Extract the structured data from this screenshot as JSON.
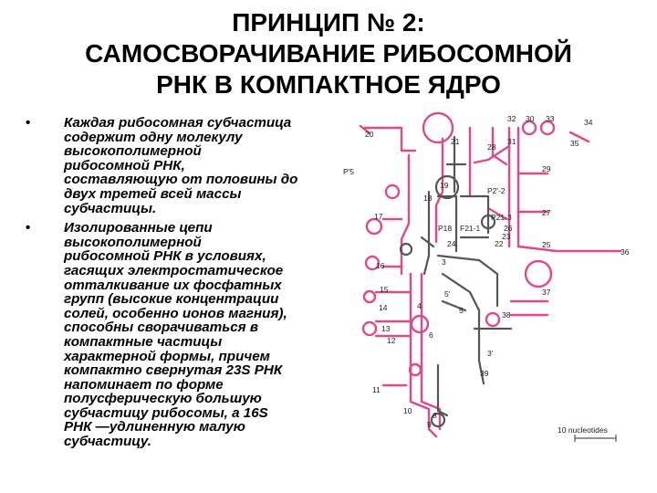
{
  "title": {
    "line1": "ПРИНЦИП № 2:",
    "line2": "САМОСВОРАЧИВАНИЕ РИБОСОМНОЙ",
    "line3": "РНК В КОМПАКТНОЕ ЯДРО"
  },
  "bullets": [
    {
      "lines": [
        "Каждая рибосомная субчастица",
        "содержит одну молекулу",
        "высокополимерной",
        "рибосомной РНК,",
        "составляющую от половины до",
        "двух третей всей массы",
        "субчастицы."
      ]
    },
    {
      "lines": [
        "Изолированные цепи",
        "высокополимерной",
        "рибосомной РНК в условиях,",
        "гасящих электростатическое",
        "отталкивание их фосфатных",
        "групп (высокие концентрации",
        "солей, особенно ионов магния),",
        "способны сворачиваться в",
        "компактные частицы",
        "характерной формы, причем",
        "компактно свернутая 23S РНК",
        "напоминает по форме",
        "полусферическую большую",
        "субчастицу рибосомы, а 16S",
        "РНК —удлиненную малую",
        "субчастицу."
      ]
    }
  ],
  "diagram": {
    "colors": {
      "pink": "#e0488a",
      "gray": "#555555"
    },
    "labels": {
      "l20": "20",
      "l32": "32",
      "l30": "30",
      "l33": "33",
      "l34": "34",
      "l21": "21",
      "l28": "28",
      "l31": "31",
      "l35": "35",
      "l29": "29",
      "lP1": "P'5",
      "l19": "19",
      "lP2": "P2'-2",
      "l18": "18",
      "l17": "17",
      "l27": "27",
      "lP21": "P21-3",
      "l26": "26",
      "lP18": "P18",
      "lF21": "F21-1",
      "l23": "23",
      "l22": "22",
      "l24": "24",
      "l25": "25",
      "l36": "36",
      "l16": "16",
      "l3": "3",
      "l15": "15",
      "l5p": "5'",
      "l37": "37",
      "l4": "4",
      "l38": "38",
      "l5": "5",
      "l14": "14",
      "l13": "13",
      "l12": "12",
      "l6": "6",
      "l3p": "3'",
      "l39": "39",
      "l11": "11",
      "l10": "10",
      "l8": "8",
      "l9": "9",
      "scale": "10 nucleotides"
    }
  }
}
